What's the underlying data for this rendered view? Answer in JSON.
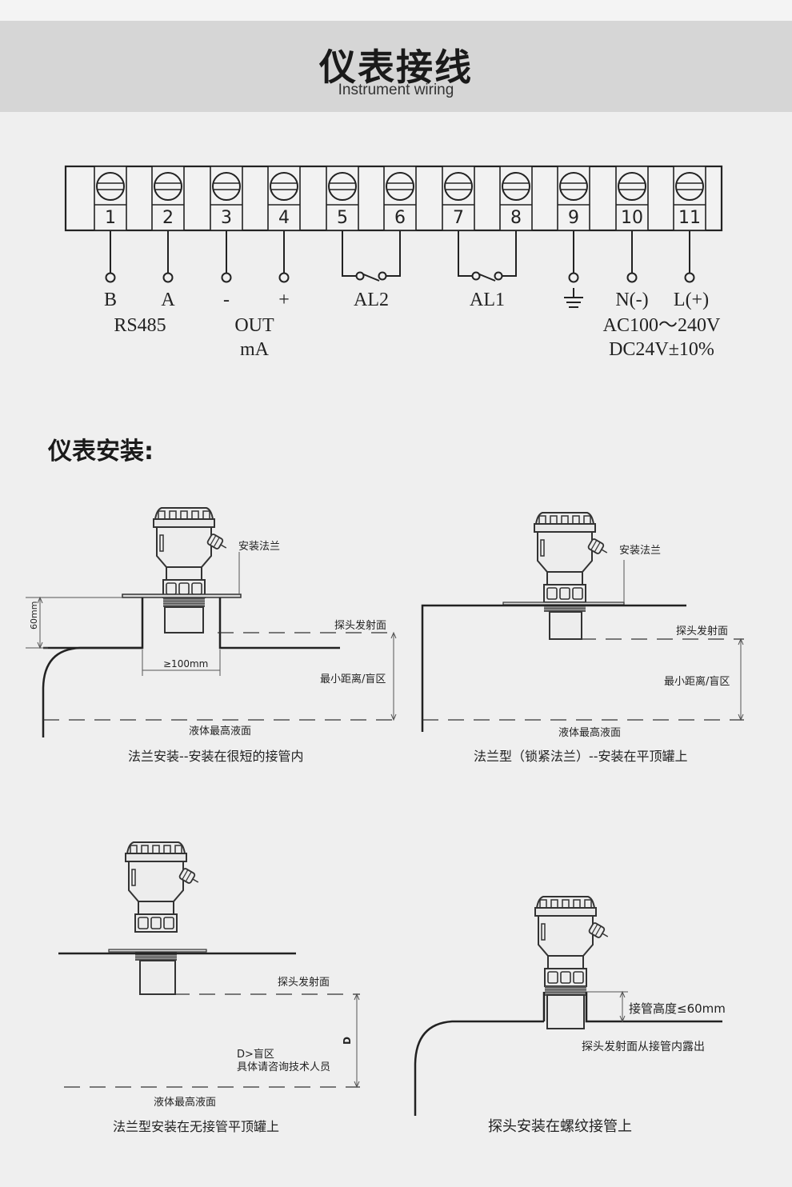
{
  "header": {
    "title": "仪表接线",
    "subtitle": "Instrument wiring"
  },
  "wiring": {
    "terminals": [
      "1",
      "2",
      "3",
      "4",
      "5",
      "6",
      "7",
      "8",
      "9",
      "10",
      "11"
    ],
    "labels": {
      "t1": "B",
      "t2": "A",
      "t3": "-",
      "t4": "+",
      "al2": "AL2",
      "al1": "AL1",
      "t10": "N(-)",
      "t11": "L(+)"
    },
    "groups": {
      "rs485": "RS485",
      "out": "OUT",
      "ma": "mA",
      "power_ac": "AC100～240V",
      "power_dc": "DC24V±10%"
    }
  },
  "installation": {
    "heading": "仪表安装:",
    "diagram1": {
      "flange_label": "安装法兰",
      "dim_height": "60mm",
      "dim_width": "≥100mm",
      "probe_face": "探头发射面",
      "blind_zone": "最小距离/盲区",
      "max_level": "液体最高液面",
      "caption": "法兰安装--安装在很短的接管内"
    },
    "diagram2": {
      "flange_label": "安装法兰",
      "probe_face": "探头发射面",
      "blind_zone": "最小距离/盲区",
      "max_level": "液体最高液面",
      "caption": "法兰型（锁紧法兰）--安装在平顶罐上"
    },
    "diagram3": {
      "probe_face": "探头发射面",
      "dim_d": "D",
      "note_line1": "D>盲区",
      "note_line2": "具体请咨询技术人员",
      "max_level": "液体最高液面",
      "caption": "法兰型安装在无接管平顶罐上"
    },
    "diagram4": {
      "nozzle_height": "接管高度≤60mm",
      "probe_note": "探头发射面从接管内露出",
      "caption": "探头安装在螺纹接管上"
    }
  }
}
